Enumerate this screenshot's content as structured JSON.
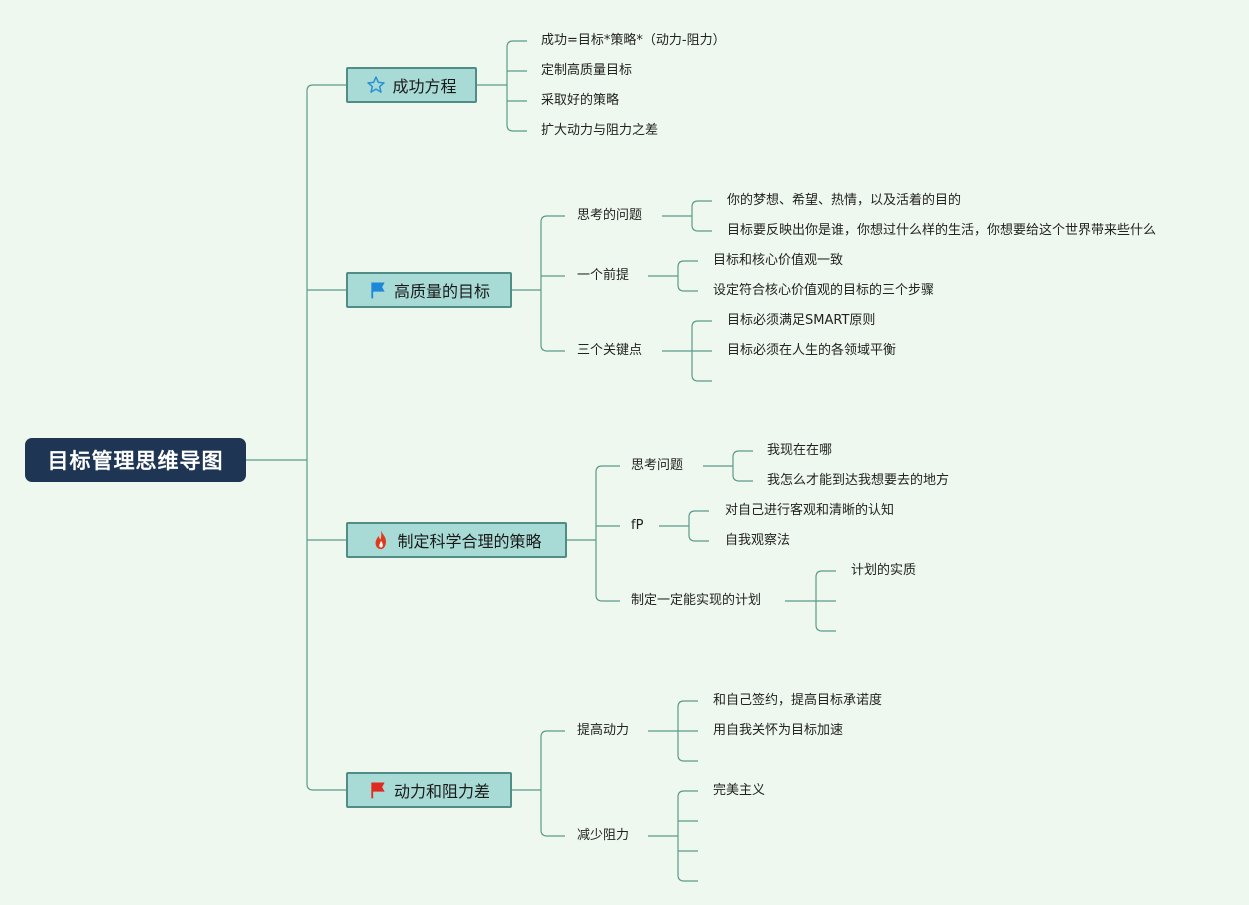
{
  "root": "目标管理思维导图",
  "branches": [
    {
      "label": "成功方程",
      "icon": "star-icon",
      "children": [
        {
          "label": "成功=目标*策略*（动力-阻力）"
        },
        {
          "label": "定制高质量目标"
        },
        {
          "label": "采取好的策略"
        },
        {
          "label": "扩大动力与阻力之差"
        }
      ]
    },
    {
      "label": "高质量的目标",
      "icon": "blue-flag-icon",
      "children": [
        {
          "label": "思考的问题",
          "children": [
            "你的梦想、希望、热情，以及活着的目的",
            "目标要反映出你是谁，你想过什么样的生活，你想要给这个世界带来些什么"
          ]
        },
        {
          "label": "一个前提",
          "children": [
            "目标和核心价值观一致",
            "设定符合核心价值观的目标的三个步骤"
          ]
        },
        {
          "label": "三个关键点",
          "children": [
            "目标必须满足SMART原则",
            "目标必须在人生的各领域平衡",
            ""
          ]
        }
      ]
    },
    {
      "label": "制定科学合理的策略",
      "icon": "fire-icon",
      "children": [
        {
          "label": "思考问题",
          "children": [
            "我现在在哪",
            "我怎么才能到达我想要去的地方"
          ]
        },
        {
          "label": "fP",
          "children": [
            "对自己进行客观和清晰的认知",
            "自我观察法"
          ]
        },
        {
          "label": "制定一定能实现的计划",
          "children": [
            "计划的实质",
            "",
            ""
          ]
        }
      ]
    },
    {
      "label": "动力和阻力差",
      "icon": "red-flag-icon",
      "children": [
        {
          "label": "提高动力",
          "children": [
            "和自己签约，提高目标承诺度",
            "用自我关怀为目标加速",
            ""
          ]
        },
        {
          "label": "减少阻力",
          "children": [
            "完美主义",
            "",
            "",
            ""
          ]
        }
      ]
    }
  ],
  "colors": {
    "background": "#eef8ee",
    "root_fill": "#1e3554",
    "branch_fill": "#a8dbd6",
    "branch_border": "#4f8d86",
    "connector": "#5a9a8a",
    "star_icon": "#2a8fd6",
    "blue_flag_icon": "#1e88d8",
    "fire_icon": "#e03a1e",
    "red_flag_icon": "#e02a20"
  }
}
